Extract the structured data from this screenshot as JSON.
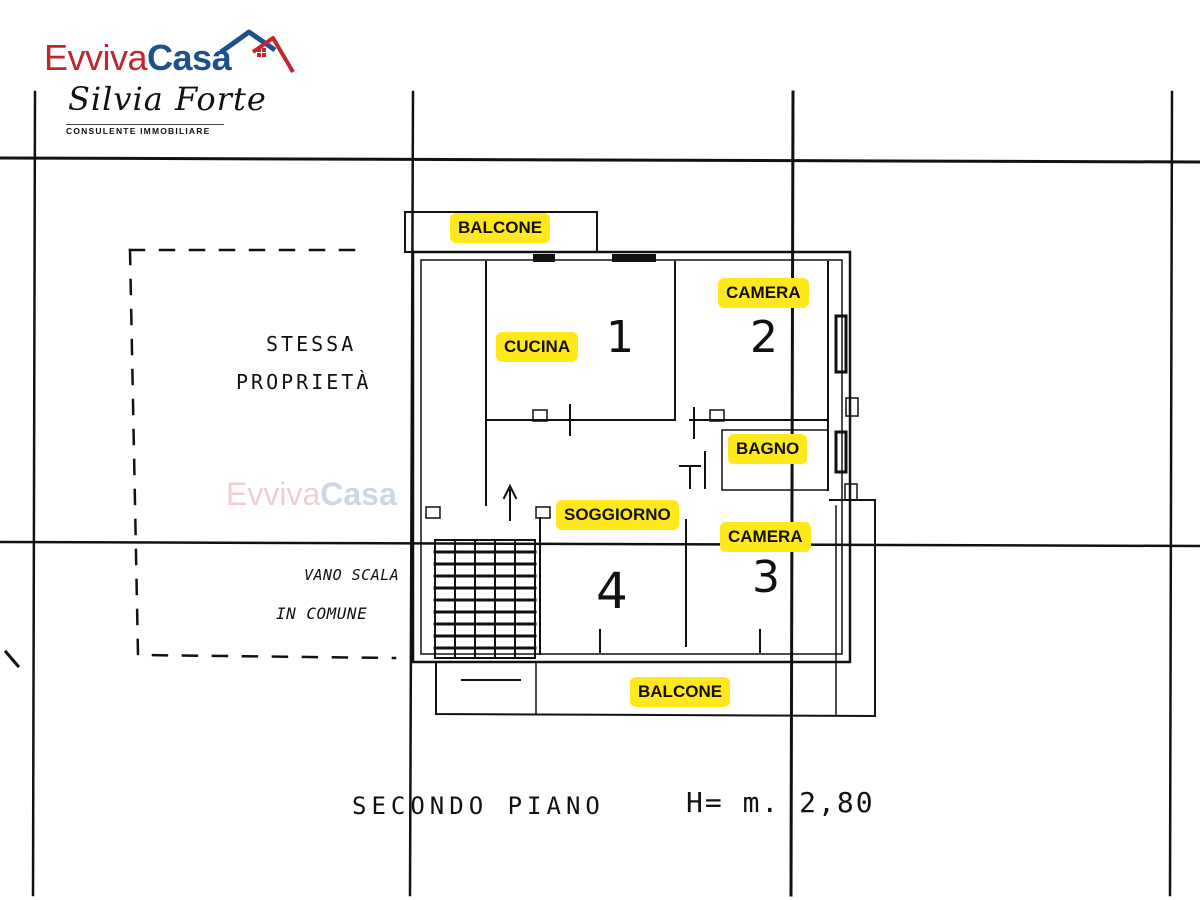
{
  "logo": {
    "brand_part1": "Evviva",
    "brand_part2": "Casa",
    "signature": "Silvia Forte",
    "subtitle": "CONSULENTE IMMOBILIARE",
    "icon": "house-roof-icon",
    "colors": {
      "brand_red": "#c0262d",
      "brand_blue": "#1e4f8f"
    }
  },
  "watermark": {
    "part1": "Evviva",
    "part2": "Casa"
  },
  "labels": {
    "balcone_top": "BALCONE",
    "camera_2": "CAMERA",
    "cucina": "CUCINA",
    "bagno": "BAGNO",
    "soggiorno": "SOGGIORNO",
    "camera_3": "CAMERA",
    "balcone_bottom": "BALCONE",
    "label_color": "#ffe81c"
  },
  "handwritten": {
    "stessa": "STESSA",
    "proprieta": "PROPRIETÀ",
    "vano_scala": "VANO SCALA",
    "in_comune": "IN COMUNE",
    "room_1": "1",
    "room_2": "2",
    "room_3": "3",
    "room_4": "4",
    "floor_caption": "SECONDO PIANO",
    "height_caption": "H= m. 2,80"
  }
}
